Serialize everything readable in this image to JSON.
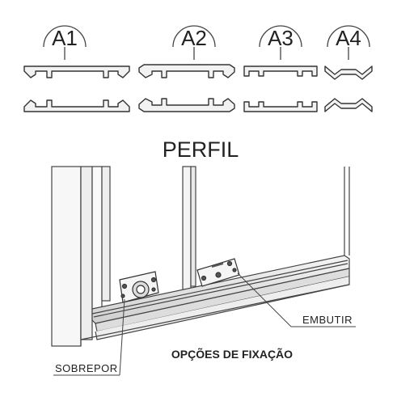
{
  "profiles": [
    {
      "id": "a1",
      "label": "A1"
    },
    {
      "id": "a2",
      "label": "A2"
    },
    {
      "id": "a3",
      "label": "A3"
    },
    {
      "id": "a4",
      "label": "A4"
    }
  ],
  "title": "PERFIL",
  "subtitle": "OPÇÕES DE FIXAÇÃO",
  "callouts": {
    "embutir": "EMBUTIR",
    "sobrepor": "SOBREPOR"
  },
  "colors": {
    "stroke": "#333333",
    "fill": "#ffffff",
    "shade": "#e6e6e6"
  }
}
